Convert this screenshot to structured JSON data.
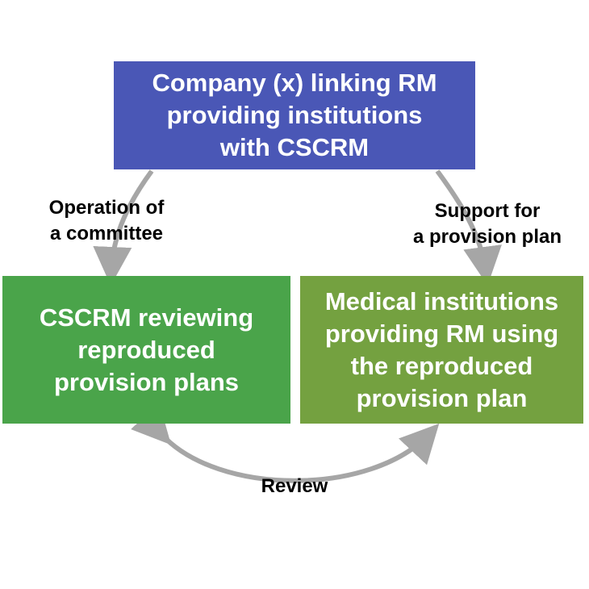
{
  "boxes": {
    "top": {
      "lines": [
        "Company (x) linking RM",
        "providing institutions",
        "with CSCRM"
      ],
      "color": "#4a57b6"
    },
    "left": {
      "lines": [
        "CSCRM reviewing",
        "reproduced",
        "provision plans"
      ],
      "color": "#4aa44a"
    },
    "right": {
      "lines": [
        "Medical institutions",
        "providing RM using",
        "the reproduced",
        "provision plan"
      ],
      "color": "#74a140"
    }
  },
  "labels": {
    "left": [
      "Operation of",
      "a committee"
    ],
    "right": [
      "Support for",
      "a provision plan"
    ],
    "bottom": "Review"
  },
  "arrow_color": "#a6a6a6"
}
